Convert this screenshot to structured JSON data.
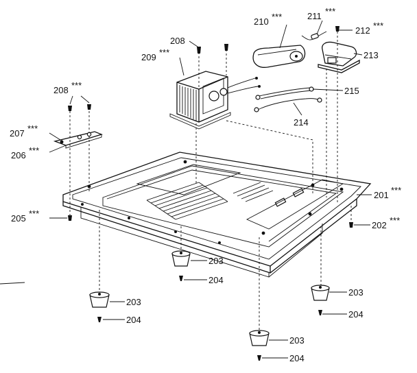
{
  "labels": {
    "l201": "201",
    "l202": "202",
    "l203a": "203",
    "l203b": "203",
    "l203c": "203",
    "l203d": "203",
    "l204a": "204",
    "l204b": "204",
    "l204c": "204",
    "l204d": "204",
    "l205": "205",
    "l206": "206",
    "l207": "207",
    "l208a": "208",
    "l208b": "208",
    "l209": "209",
    "l210": "210",
    "l211": "211",
    "l212": "212",
    "l213": "213",
    "l214": "214",
    "l215": "215"
  },
  "markers": {
    "m201": "***",
    "m202": "***",
    "m205": "***",
    "m206": "***",
    "m207": "***",
    "m208b": "***",
    "m209": "***",
    "m210": "***",
    "m211": "***",
    "m212": "***"
  }
}
